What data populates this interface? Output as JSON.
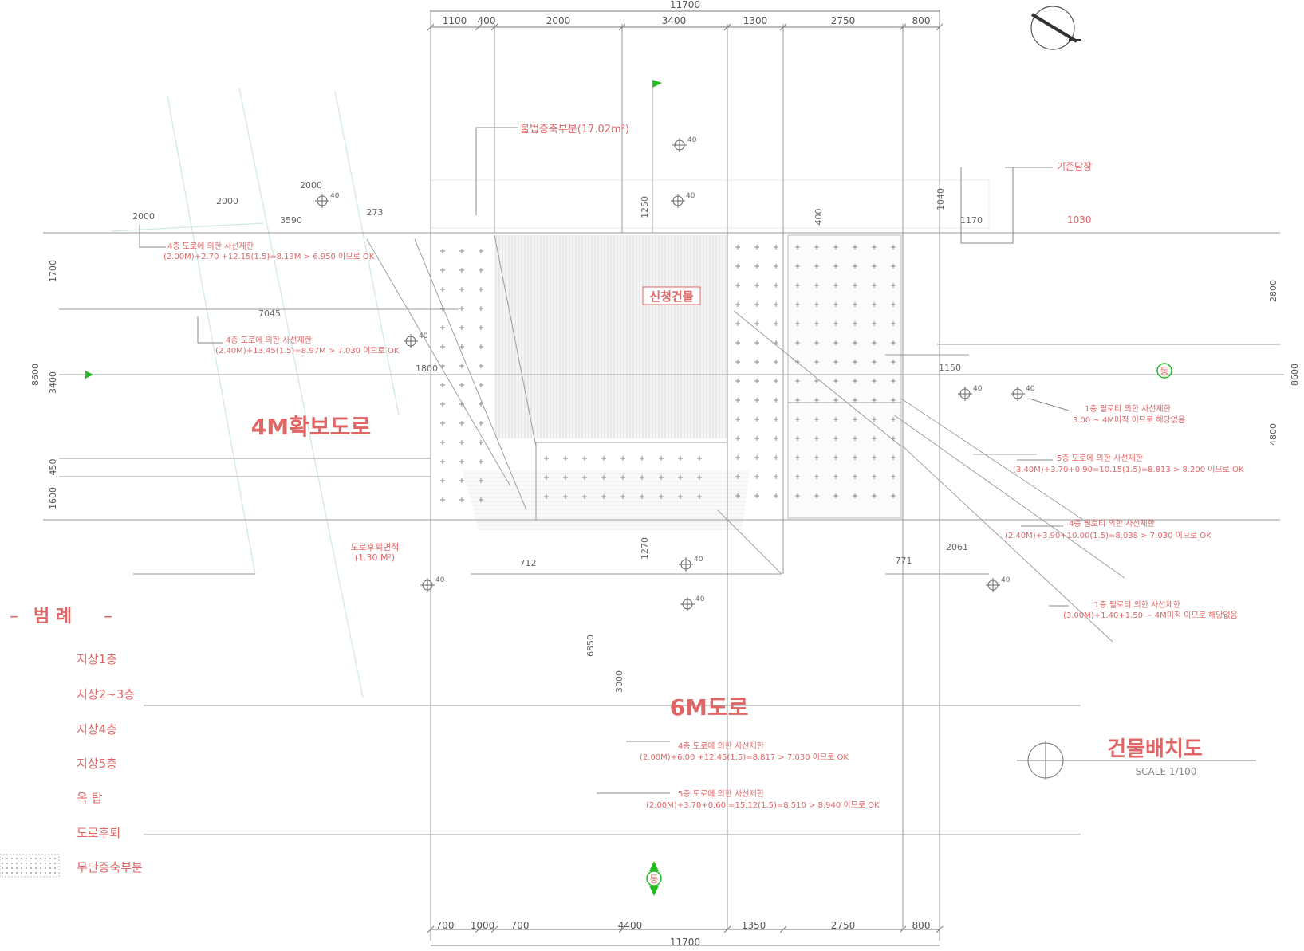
{
  "drawing": {
    "title": "건물배치도",
    "scale": "SCALE 1/100",
    "new_building": "신청건물",
    "road_4m": "4M확보도로",
    "road_6m": "6M도로",
    "illegal_area_label": "불법증축부분(17.02m²)",
    "road_area_label": "도로후퇴면적",
    "road_area_value": "(1.30 M²)",
    "existing_label": "기존담장",
    "existing_dim": "1030",
    "wall_dim": "1170"
  },
  "dims_top": {
    "total": "11700",
    "segments": [
      "1100",
      "400",
      "2000",
      "3400",
      "1300",
      "2750",
      "800"
    ]
  },
  "dims_bottom": {
    "total": "11700",
    "segments": [
      "700",
      "1000",
      "700",
      "4400",
      "1350",
      "2750",
      "800"
    ]
  },
  "dims_left": [
    "1700",
    "3400",
    "450",
    "1600"
  ],
  "dims_left_total": "8600",
  "dims_right": [
    "2800",
    "4800"
  ],
  "dims_right_total": "8600",
  "dims_misc": {
    "d2000a": "2000",
    "d2000b": "2000",
    "d2000c": "2000",
    "d3590": "3590",
    "d7045": "7045",
    "d1800": "1800",
    "d1250": "1250",
    "d1040": "1040",
    "d400": "400",
    "d1270": "1270",
    "d712": "712",
    "d771": "771",
    "d2061": "2061",
    "d1150": "1150",
    "d6850": "6850",
    "d3000": "3000",
    "d273": "273"
  },
  "notes": [
    {
      "l1": "4층 도로에 의한 사선제한",
      "l2": "(2.00M)+2.70 +12.15(1.5)=8.13M > 6.950 이므로 OK"
    },
    {
      "l1": "4층 도로에 의한 사선제한",
      "l2": "(2.40M)+13.45(1.5)=8.97M > 7.030 이므로 OK"
    },
    {
      "l1": "1층 필로티 의한 사선제한",
      "l2": "3.00 ~ 4M미적 이므로 해당없음"
    },
    {
      "l1": "5층 도로에 의한 사선제한",
      "l2": "(3.40M)+3.70+0.90=10.15(1.5)=8.813 > 8.200 이므로 OK"
    },
    {
      "l1": "4층 필로티 의한 사선제한",
      "l2": "(2.40M)+3.90+10.00(1.5)=8.038 > 7.030 이므로 OK"
    },
    {
      "l1": "1층 필로티 의한 사선제한",
      "l2": "(3.00M)+1.40+1.50 ~ 4M미적 이므로 해당없음"
    },
    {
      "l1": "4층 도로에 의한 사선제한",
      "l2": "(2.00M)+6.00 +12.45(1.5)=8.817 > 7.030 이므로 OK"
    },
    {
      "l1": "5층 도로에 의한 사선제한",
      "l2": "(2.00M)+3.70+0.60 =15.12(1.5)=8.510 > 8.940 이므로 OK"
    }
  ],
  "levels": [
    "40",
    "40",
    "40",
    "40",
    "40",
    "40",
    "40",
    "40",
    "40",
    "40"
  ],
  "legend": {
    "title": "범 례",
    "items": [
      "지상1층",
      "지상2~3층",
      "지상4층",
      "지상5층",
      "옥 탑",
      "도로후퇴",
      "무단증축부분"
    ]
  },
  "markers": {
    "right": "동",
    "bottom": "동"
  },
  "colors": {
    "text": "#e06666",
    "line": "#9a9a9a",
    "green": "#22bb22",
    "diag": "#c8e4e0",
    "stripe": "#e6e6e6"
  }
}
